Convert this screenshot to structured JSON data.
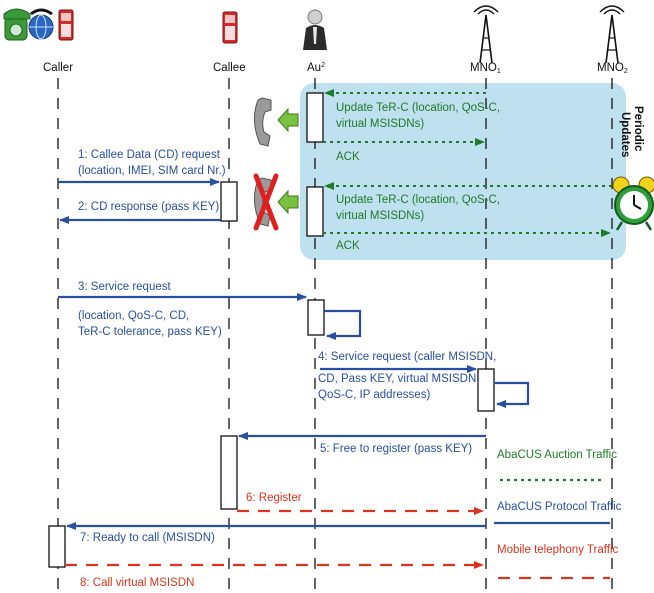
{
  "actors": {
    "caller": "Caller",
    "callee": "Callee",
    "au": "Au",
    "au_sup": "2",
    "mno1": "MNO",
    "mno1_sub": "1",
    "mno2": "MNO",
    "mno2_sub": "2"
  },
  "periodic_updates": [
    "Periodic",
    "Updates"
  ],
  "messages": {
    "update1_line1": "Update TeR-C (location, QoS-C,",
    "update1_line2": "virtual MSISDNs)",
    "ack1": "ACK",
    "update2_line1": "Update TeR-C (location, QoS-C,",
    "update2_line2": "virtual MSISDNs)",
    "ack2": "ACK",
    "m1_line1": "1: Callee Data (CD) request",
    "m1_line2": "(location, IMEI, SIM card Nr.)",
    "m2": "2: CD response (pass KEY)",
    "m3_line1": "3: Service request",
    "m3_line2": "(location, QoS-C, CD,",
    "m3_line3": "TeR-C tolerance, pass KEY)",
    "m4_line1": "4: Service request (caller MSISDN,",
    "m4_line2": "CD, Pass KEY, virtual MSISDN,",
    "m4_line3": "QoS-C, IP addresses)",
    "m5": "5: Free to register (pass KEY)",
    "m6": "6: Register",
    "m7": "7: Ready to call (MSISDN)",
    "m8": "8: Call virtual MSISDN"
  },
  "legend": {
    "auction": "AbaCUS Auction Traffic",
    "protocol": "AbaCUS Protocol Traffic",
    "mobile": "Mobile telephony Traffic"
  },
  "colors": {
    "protocol": "#2a4fa0",
    "auction": "#1f7a2a",
    "mobile": "#d9341e",
    "update_panel": "#bfe0ef"
  }
}
